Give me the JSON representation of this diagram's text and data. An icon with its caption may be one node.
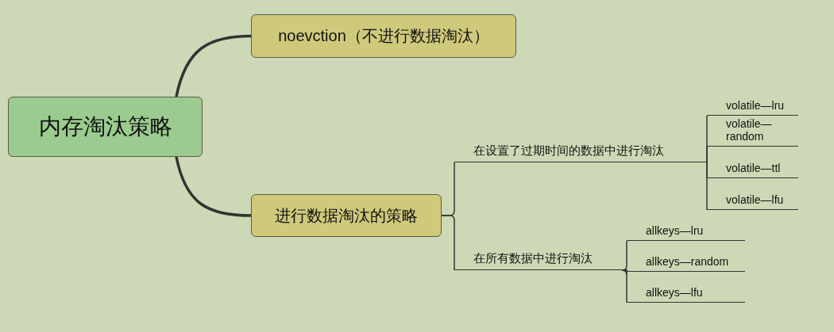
{
  "diagram": {
    "nodes": [
      {
        "text": [
          "内存淘汰策略"
        ]
      },
      {
        "text": [
          "noevction（不进行数据淘汰）"
        ]
      },
      {
        "text": [
          "进行数据淘汰的策略"
        ]
      },
      {
        "text": [
          "在设置了过期时间的数据中进行淘汰"
        ]
      },
      {
        "text": [
          "在所有数据中进行淘汰"
        ]
      },
      {
        "text": [
          "volatile—lru"
        ]
      },
      {
        "text": [
          "volatile—random"
        ]
      },
      {
        "text": [
          "volatile—ttl"
        ]
      },
      {
        "text": [
          "volatile—lfu"
        ]
      },
      {
        "text": [
          "allkeys—lru"
        ]
      },
      {
        "text": [
          "allkeys—random"
        ]
      },
      {
        "text": [
          "allkeys—lfu"
        ]
      }
    ],
    "edges": [
      {
        "from": 0,
        "to": 1,
        "arrow": "none",
        "style": "thick"
      },
      {
        "from": 0,
        "to": 2,
        "arrow": "none",
        "style": "thick"
      },
      {
        "from": 2,
        "to": 3,
        "arrow": "none"
      },
      {
        "from": 2,
        "to": 4,
        "arrow": "none"
      },
      {
        "from": 3,
        "to": 5,
        "arrow": "none"
      },
      {
        "from": 3,
        "to": 6,
        "arrow": "none"
      },
      {
        "from": 3,
        "to": 7,
        "arrow": "none"
      },
      {
        "from": 3,
        "to": 8,
        "arrow": "none"
      },
      {
        "from": 4,
        "to": 9,
        "arrow": "none"
      },
      {
        "from": 4,
        "to": 10,
        "arrow": "none"
      },
      {
        "from": 4,
        "to": 11,
        "arrow": "none"
      }
    ]
  }
}
